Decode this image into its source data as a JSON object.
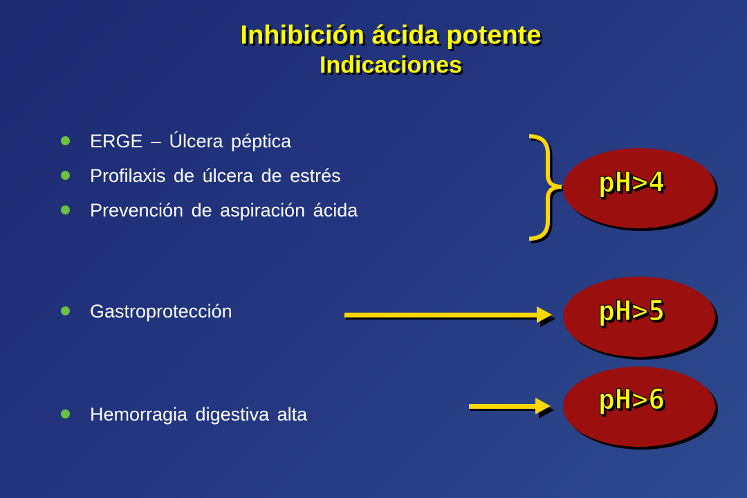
{
  "slide": {
    "title": "Inhibición ácida potente",
    "subtitle": "Indicaciones"
  },
  "bullets": [
    "ERGE – Úlcera péptica",
    "Profilaxis de úlcera de estrés",
    "Prevención de aspiración ácida",
    "Gastroprotección",
    "Hemorragia digestiva alta"
  ],
  "targets": [
    {
      "label": "pH>4"
    },
    {
      "label": "pH>5"
    },
    {
      "label": "pH>6"
    }
  ],
  "colors": {
    "title": "#ffff00",
    "bullet_text": "#ffffff",
    "bullet_dot": "#6bc23c",
    "ellipse_fill": "#9b0f0f",
    "arrow": "#ffd700"
  }
}
